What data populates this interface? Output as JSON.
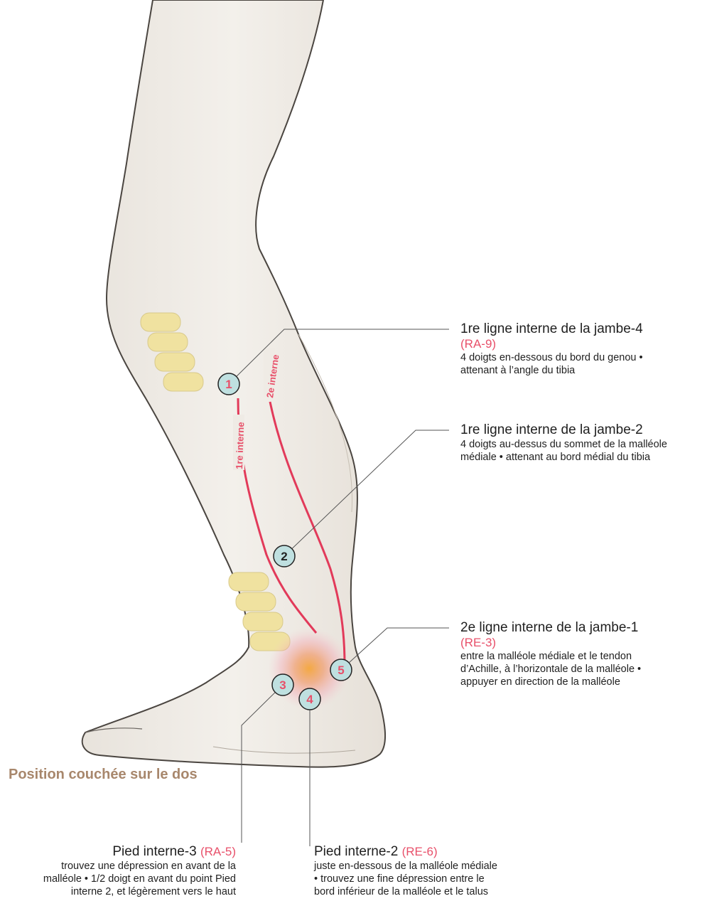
{
  "points": [
    {
      "id": "1",
      "label": "1"
    },
    {
      "id": "2",
      "label": "2"
    },
    {
      "id": "3",
      "label": "3"
    },
    {
      "id": "4",
      "label": "4"
    },
    {
      "id": "5",
      "label": "5"
    }
  ],
  "lines": {
    "first": "1re interne",
    "second": "2e interne"
  },
  "callouts": {
    "c1": {
      "title": "1re ligne interne de la jambe-4",
      "code": "(RA-9)",
      "desc1": "4 doigts en-dessous du bord du genou •",
      "desc2": "attenant à l’angle du tibia"
    },
    "c2": {
      "title": "1re ligne interne de la jambe-2",
      "desc1": "4 doigts au-dessus du sommet de la malléole",
      "desc2": "médiale • attenant au bord médial du tibia"
    },
    "c5": {
      "title": "2e ligne interne de la jambe-1",
      "code": "(RE-3)",
      "desc1": "entre la malléole médiale et le tendon",
      "desc2": "d’Achille, à l’horizontale de la malléole •",
      "desc3": "appuyer en direction de la malléole"
    },
    "c3": {
      "title": "Pied interne-3",
      "code": "(RA-5)",
      "desc1": "trouvez une dépression en avant de la",
      "desc2": "malléole • 1/2 doigt en avant du point Pied",
      "desc3": "interne 2, et légèrement vers le haut"
    },
    "c4": {
      "title": "Pied interne-2",
      "code": "(RE-6)",
      "desc1": "juste en-dessous de la malléole médiale",
      "desc2": "• trouvez une fine dépression entre le",
      "desc3": "bord inférieur de la malléole et le talus"
    }
  },
  "position": "Position couchée sur le dos",
  "colors": {
    "accent": "#e8506a",
    "skin": "#f1ede7",
    "marker": "#bfe0e0",
    "finger": "#f0e2a0",
    "position": "#a8876c"
  }
}
